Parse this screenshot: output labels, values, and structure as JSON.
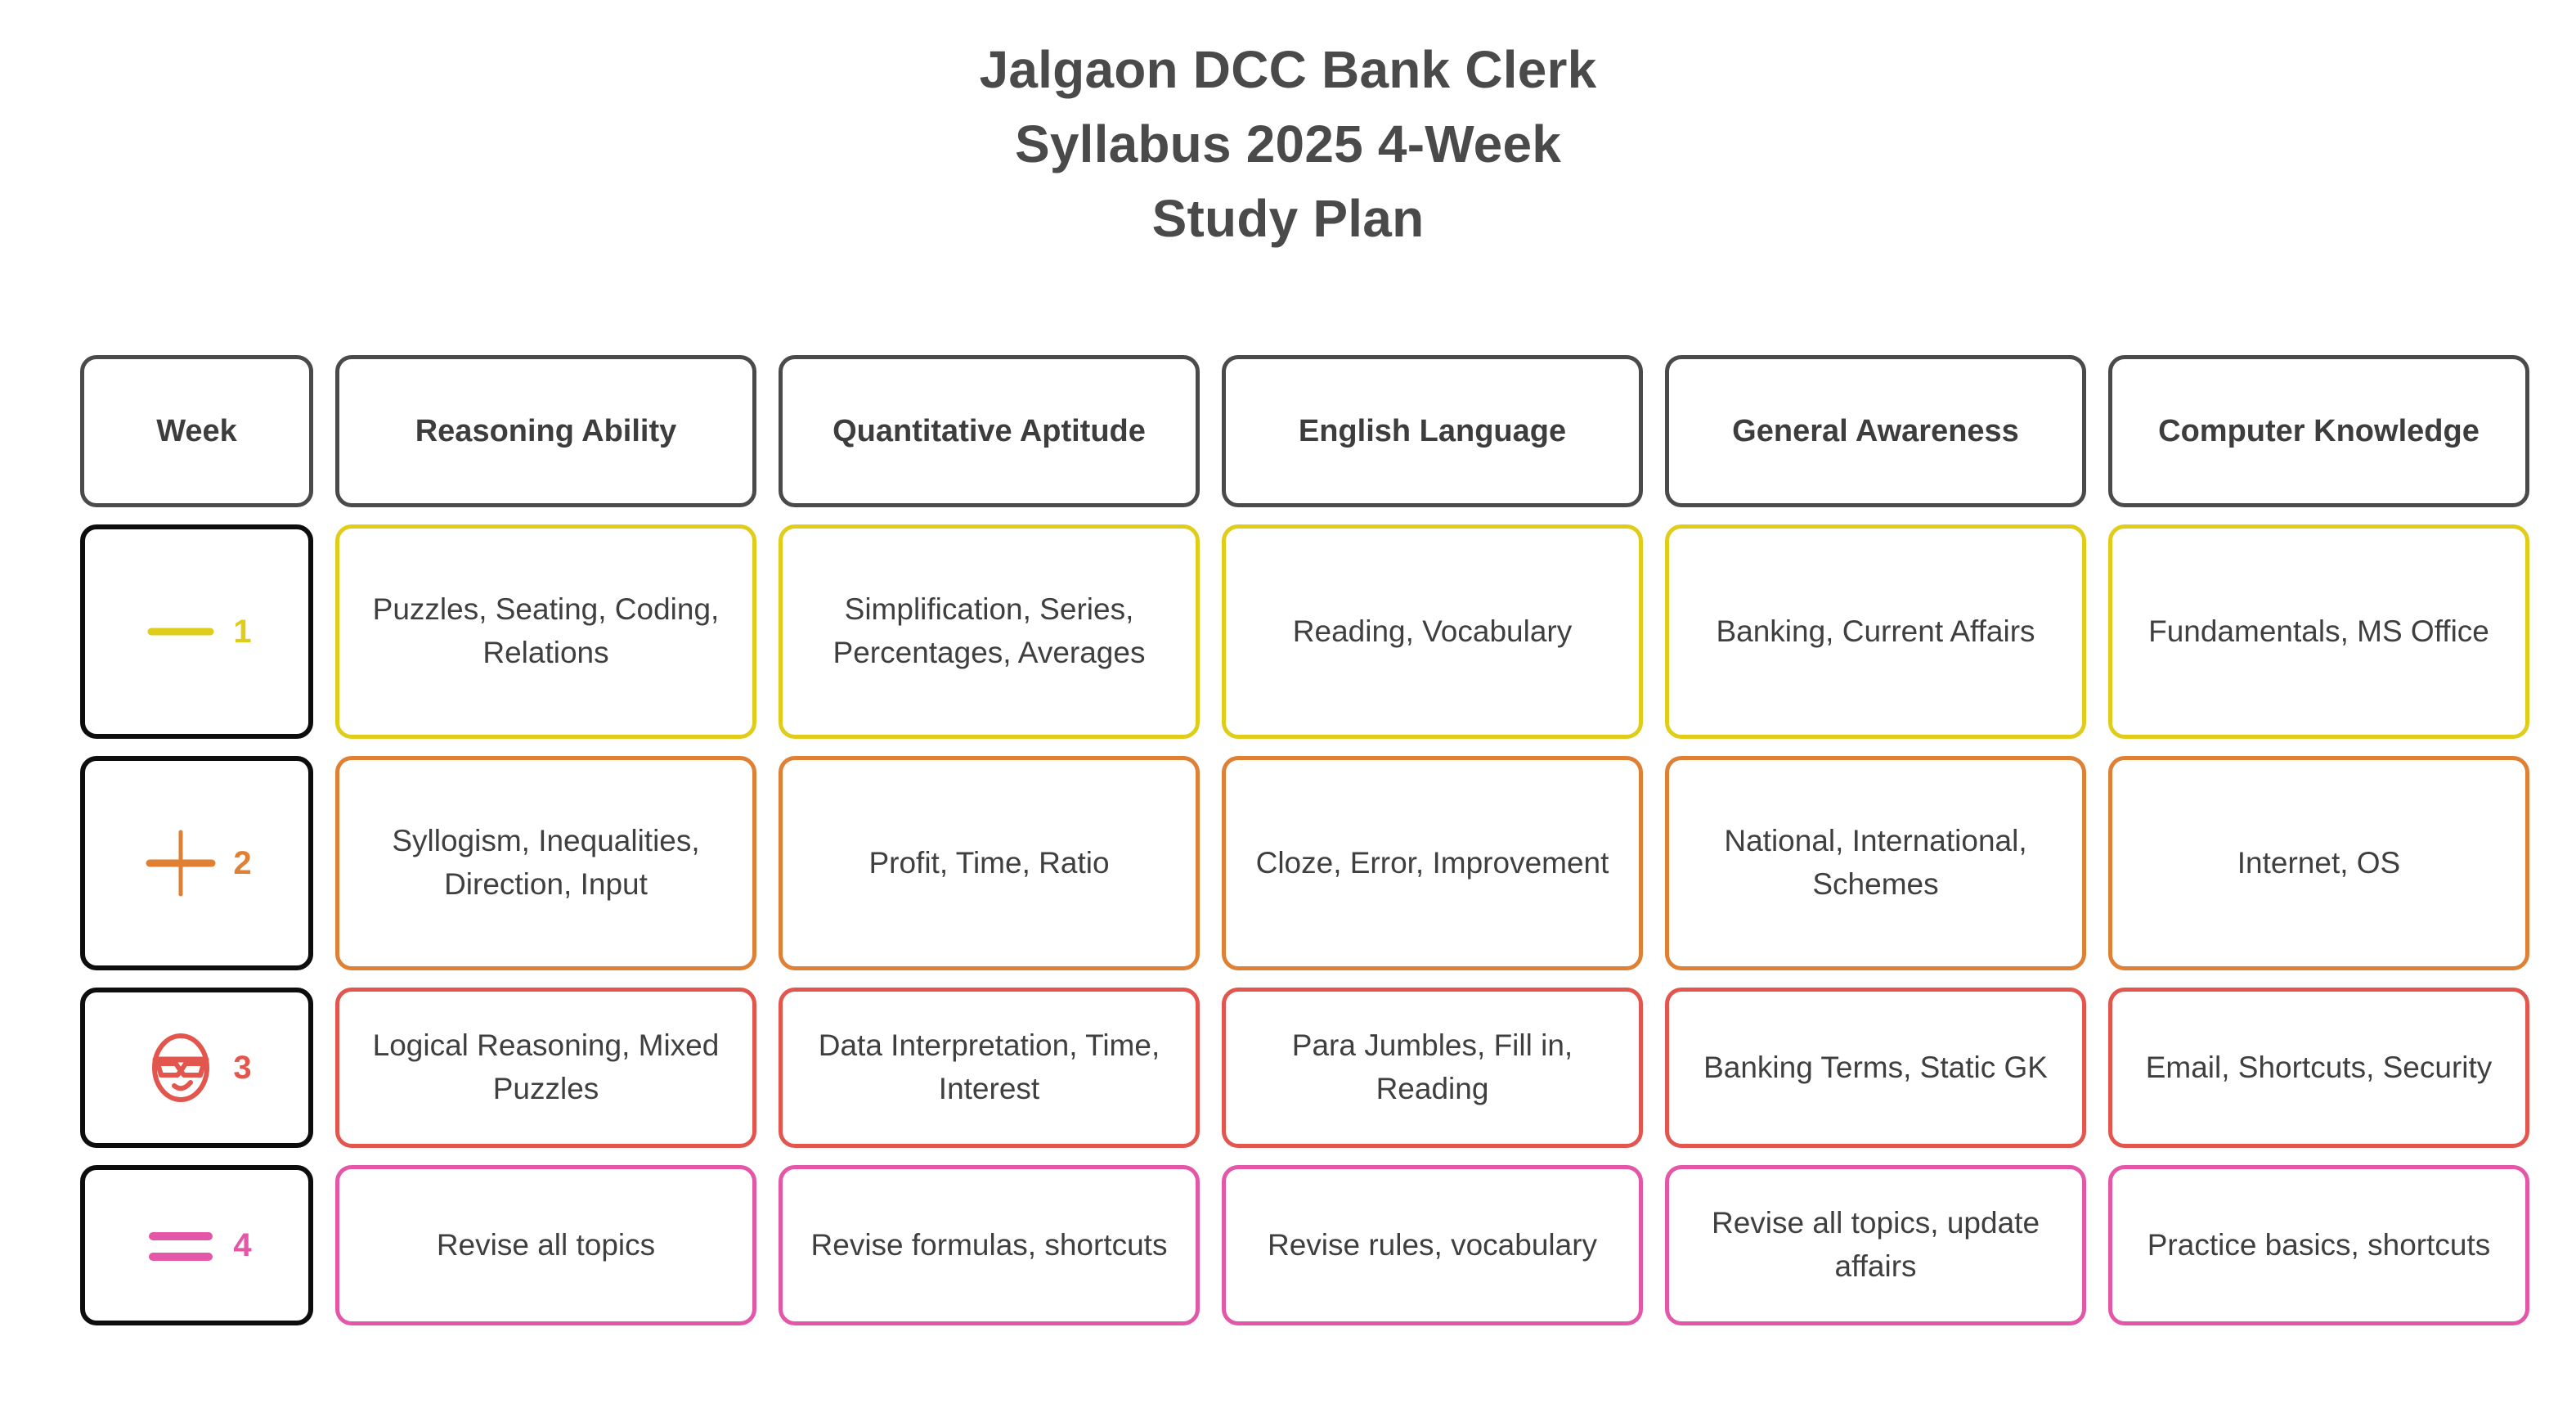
{
  "title": {
    "lines": [
      "Jalgaon DCC Bank Clerk",
      "Syllabus 2025 4-Week",
      "Study Plan"
    ]
  },
  "table": {
    "headers": [
      "Week",
      "Reasoning Ability",
      "Quantitative Aptitude",
      "English Language",
      "General Awareness",
      "Computer Knowledge"
    ],
    "rows": [
      {
        "week_number": "1",
        "icon": "minus-line-icon",
        "accent": "#e0cd1a",
        "cells": [
          "Puzzles, Seating, Coding, Relations",
          "Simplification, Series, Percentages, Averages",
          "Reading, Vocabulary",
          "Banking, Current Affairs",
          "Fundamentals, MS Office"
        ]
      },
      {
        "week_number": "2",
        "icon": "plus-cross-icon",
        "accent": "#df8034",
        "cells": [
          "Syllogism, Inequalities, Direction, Input",
          "Profit, Time, Ratio",
          "Cloze, Error, Improvement",
          "National, International, Schemes",
          "Internet, OS"
        ]
      },
      {
        "week_number": "3",
        "icon": "sunglasses-face-icon",
        "accent": "#e2564e",
        "cells": [
          "Logical Reasoning, Mixed Puzzles",
          "Data Interpretation, Time, Interest",
          "Para Jumbles, Fill in, Reading",
          "Banking Terms, Static GK",
          "Email, Shortcuts, Security"
        ]
      },
      {
        "week_number": "4",
        "icon": "equals-lines-icon",
        "accent": "#e356a8",
        "cells": [
          "Revise all topics",
          "Revise formulas, shortcuts",
          "Revise rules, vocabulary",
          "Revise all topics, update affairs",
          "Practice basics, shortcuts"
        ]
      }
    ]
  },
  "colors": {
    "week1": "#e0cd1a",
    "week2": "#df8034",
    "week3": "#e2564e",
    "week4": "#e356a8",
    "header_border": "#4a4a4a",
    "week_border": "#0d0d0d",
    "text": "#3f3f3f",
    "title_text": "#4a4a4a",
    "background": "#ffffff"
  }
}
